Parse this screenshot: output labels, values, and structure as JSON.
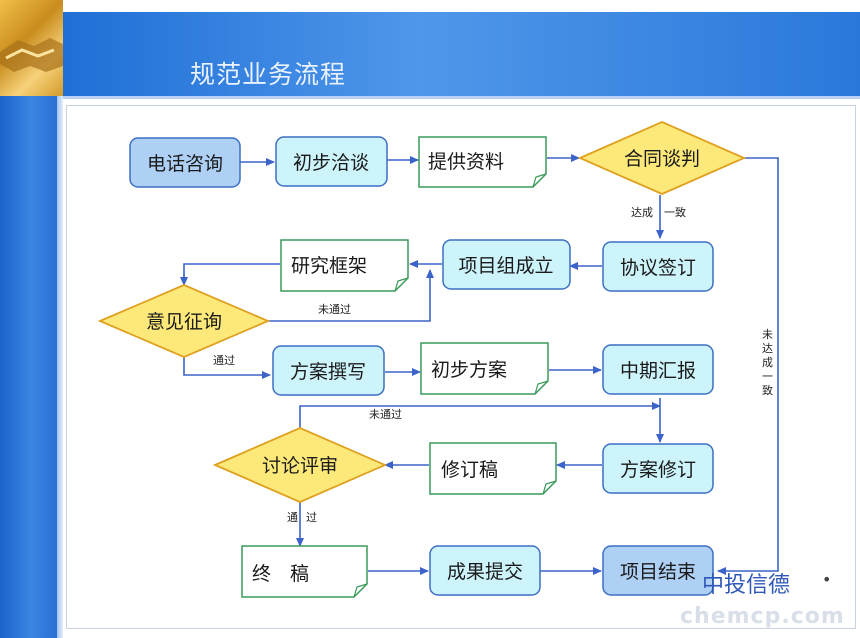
{
  "slide": {
    "title": "规范业务流程",
    "brand": "中投信德",
    "brand_dot": "•",
    "watermark": "chemcp.com"
  },
  "colors": {
    "header": "#2a78da",
    "left_bar": "#1b63c9",
    "blue_box_fill": "#aed0f5",
    "cyan_box_fill": "#cdf4fb",
    "document_fill": "#ffffff",
    "document_border": "#3a9a5a",
    "diamond_fill": "#fde97a",
    "diamond_border": "#e0a020",
    "arrow": "#3b63c9"
  },
  "flow": {
    "nodes": {
      "phone": "电话咨询",
      "talks": "初步洽谈",
      "materials": "提供资料",
      "contract": "合同谈判",
      "agreement": "协议签订",
      "team": "项目组成立",
      "framework": "研究框架",
      "opinion": "意见征询",
      "writing": "方案撰写",
      "draft": "初步方案",
      "midterm": "中期汇报",
      "revision": "方案修订",
      "revised": "修订稿",
      "review": "讨论评审",
      "final": "终　稿",
      "delivery": "成果提交",
      "end": "项目结束"
    },
    "edges": {
      "agreed_a": "达成",
      "agreed_b": "一致",
      "not_passed_1": "未通过",
      "passed_1": "通过",
      "not_passed_2": "未通过",
      "passed_2_a": "通",
      "passed_2_b": "过",
      "not_agreed": [
        "未",
        "达",
        "成",
        "一",
        "致"
      ]
    }
  }
}
